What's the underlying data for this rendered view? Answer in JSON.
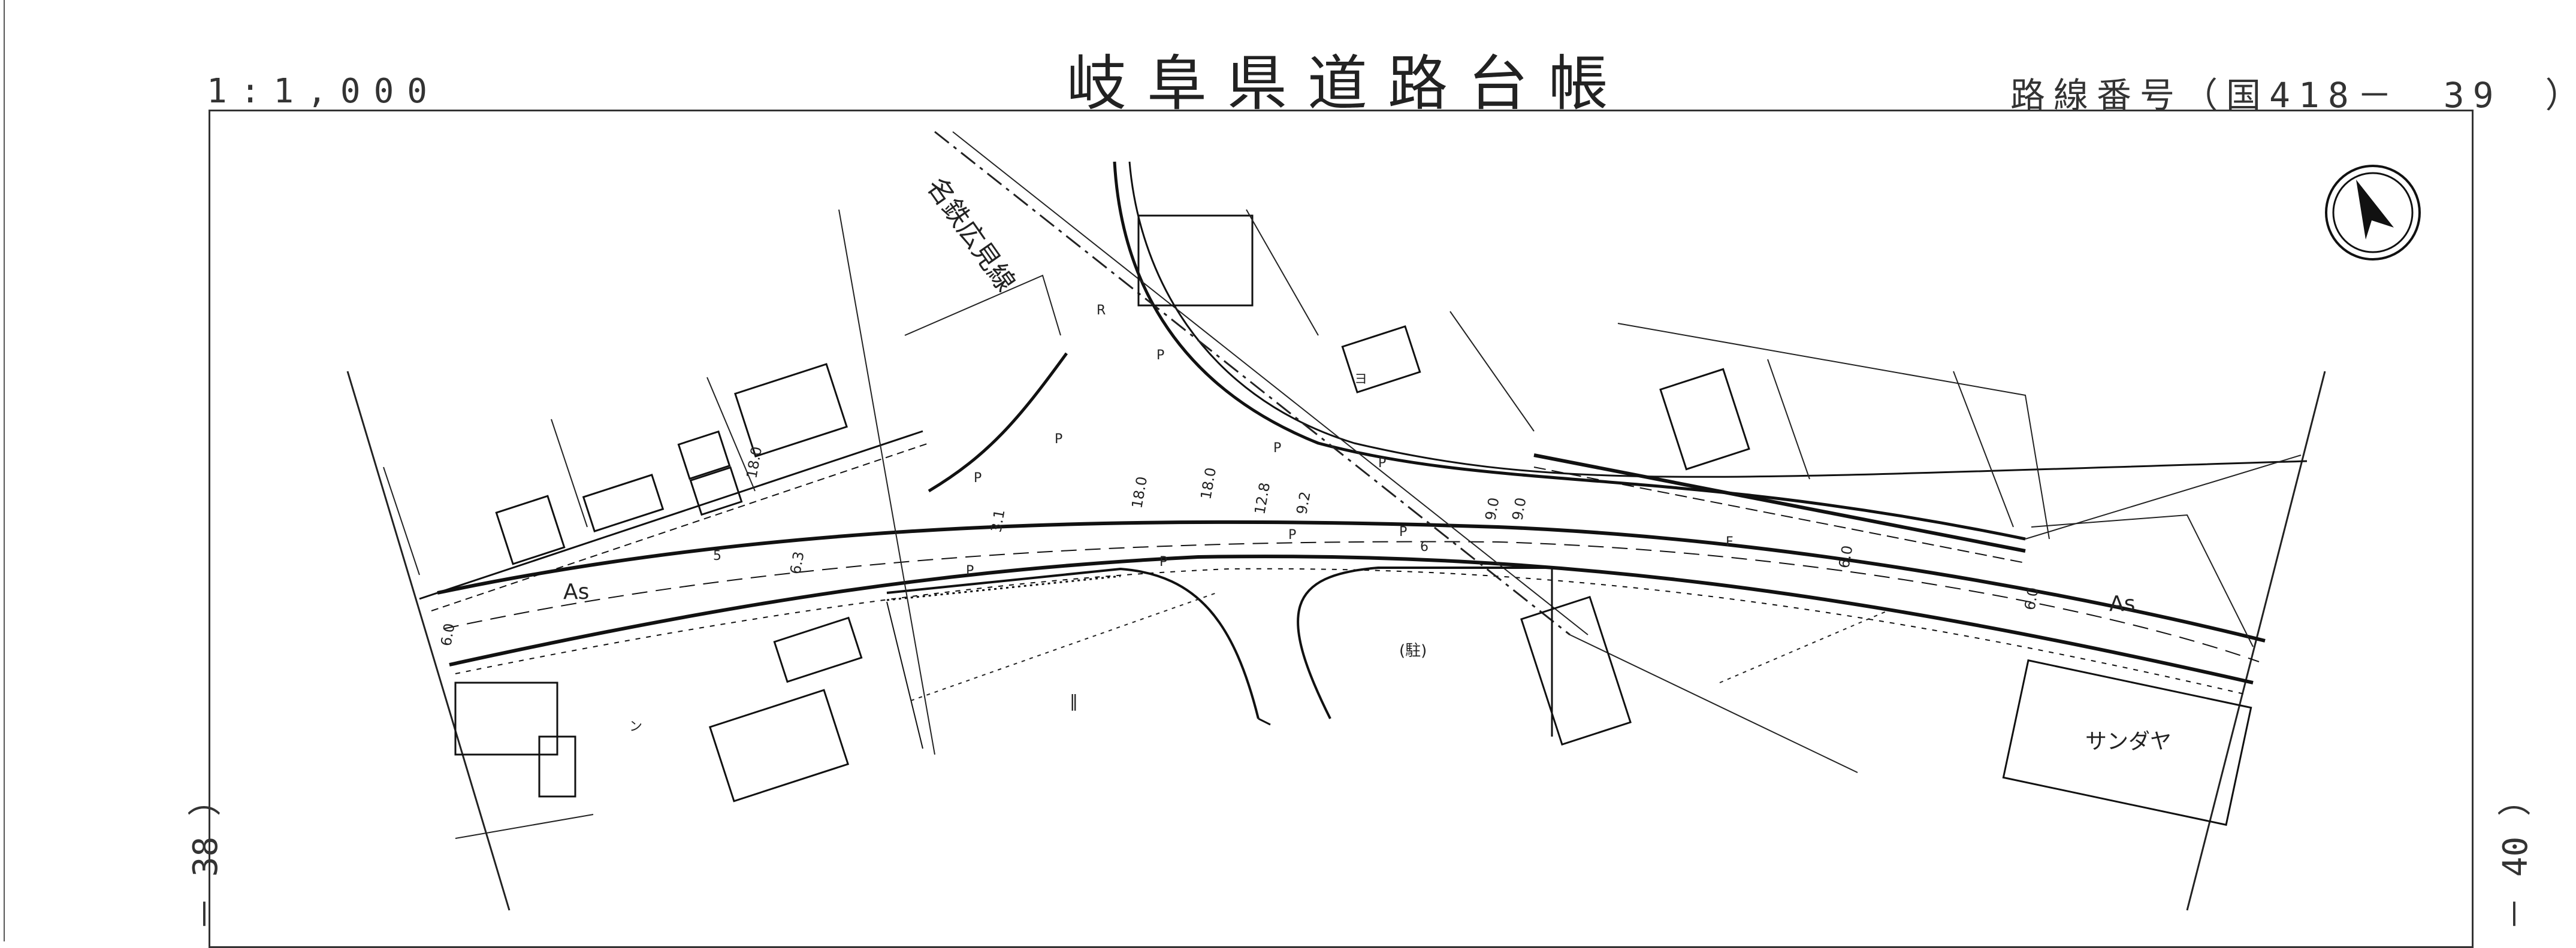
{
  "header": {
    "title": "岐阜県道路台帳",
    "scale": "1:1,000",
    "route_label": "路線番号（国418－　39　）"
  },
  "margins": {
    "left_sheet_ref": "－ 38 ）",
    "right_sheet_ref": "－ 40 ）"
  },
  "map": {
    "railway_label": "名鉄広見線",
    "store_label": "サンダヤ",
    "parking_label": "(駐)",
    "pavement_labels": [
      "As",
      "As"
    ],
    "width_labels": [
      "18.0",
      "18.0",
      "18.0",
      "12.8",
      "9.2",
      "9.0",
      "9.0",
      "6.0",
      "6.0",
      "6.3",
      "3.1",
      "6.0"
    ],
    "parking_marks": [
      "P",
      "P",
      "P",
      "P",
      "P",
      "P",
      "P",
      "P",
      "P"
    ],
    "misc_marks": [
      "5",
      "6",
      "R",
      "F",
      "ヨ",
      "ン"
    ],
    "north_arrow": "north-arrow-icon"
  }
}
